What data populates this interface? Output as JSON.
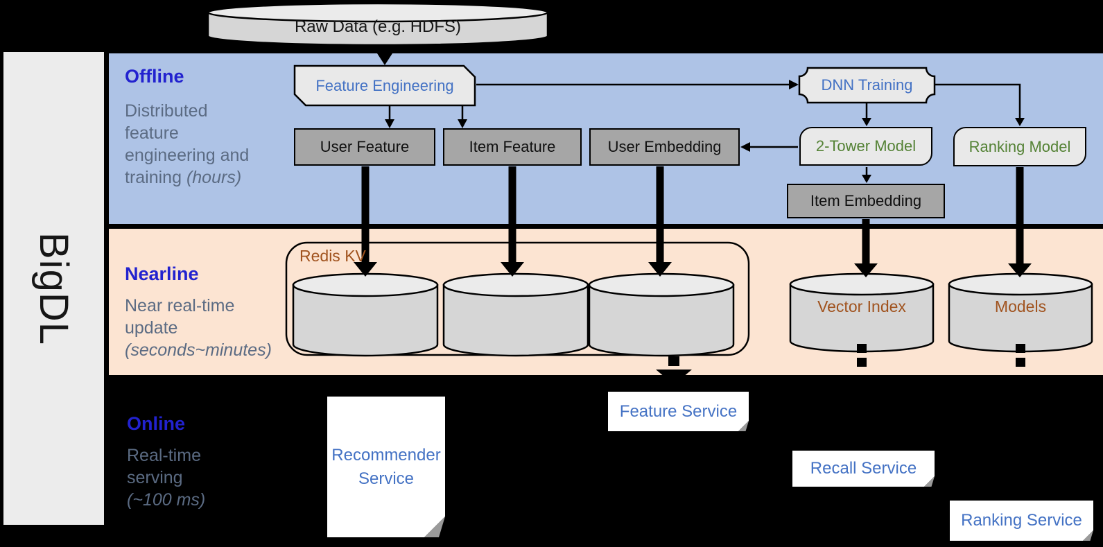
{
  "sidebar": {
    "brand": "BigDL"
  },
  "top": {
    "raw_data": "Raw Data (e.g. HDFS)"
  },
  "sections": {
    "offline": {
      "title": "Offline",
      "desc_line1": "Distributed",
      "desc_line2": "feature",
      "desc_line3": "engineering and",
      "desc_line4_normal": "training ",
      "desc_line4_italic": "(hours)"
    },
    "nearline": {
      "title": "Nearline",
      "desc_line1": "Near real-time",
      "desc_line2": "update",
      "desc_line3_italic": "(seconds~minutes)"
    },
    "online": {
      "title": "Online",
      "desc_line1": "Real-time",
      "desc_line2": "serving",
      "desc_line3_italic": "(~100 ms)"
    }
  },
  "nodes": {
    "feature_engineering": "Feature Engineering",
    "dnn_training": "DNN Training",
    "user_feature": "User Feature",
    "item_feature": "Item Feature",
    "user_embedding": "User Embedding",
    "two_tower_model": "2-Tower Model",
    "ranking_model": "Ranking Model",
    "item_embedding": "Item Embedding",
    "redis_kv": "Redis KV",
    "vector_index": "Vector Index",
    "models": "Models",
    "feature_service": "Feature Service",
    "recommender_service_line1": "Recommender",
    "recommender_service_line2": "Service",
    "recall_service": "Recall Service",
    "ranking_service": "Ranking Service"
  },
  "colors": {
    "band_blue": "#aec3e6",
    "band_peach": "#fce4d2",
    "sidebar_bg": "#ececec",
    "box_light": "#e9e9e9",
    "box_gray": "#a6a6a6",
    "cyl_body": "#d6d6d6",
    "cyl_top": "#ebebeb",
    "text_blue": "#4472c4",
    "text_green": "#548235",
    "text_brown": "#a0521d",
    "title_blue": "#2222cf",
    "desc_slate": "#5b6b83",
    "doc_white": "#ffffff"
  }
}
